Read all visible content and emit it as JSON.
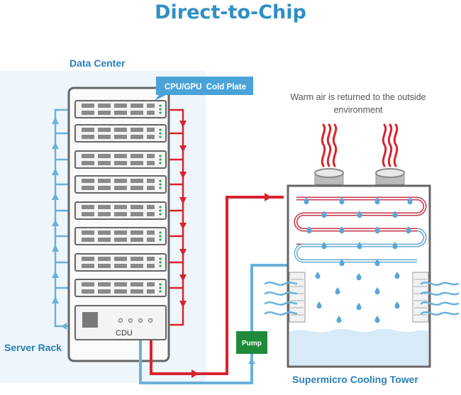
{
  "title": "Direct-to-Chip",
  "labels": {
    "data_center": "Data Center",
    "cold_plate": "CPU/GPU  Cold Plate",
    "warm_air": "Warm air is returned to the outside environment",
    "cdu": "CDU",
    "server_rack": "Server Rack",
    "pump": "Pump",
    "cooling_tower": "Supermicro Cooling Tower"
  },
  "colors": {
    "hot": "#d9232d",
    "cool": "#6ab0dc",
    "rack_frame": "#666666",
    "title": "#2f8fc4",
    "pump": "#1e8b3a",
    "data_center_bg": "#eef6fc"
  }
}
